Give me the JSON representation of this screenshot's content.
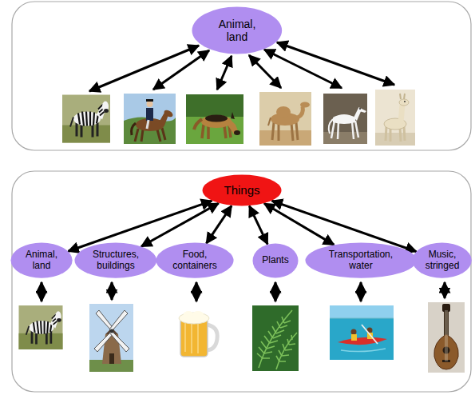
{
  "diagram": {
    "nodes": [
      {
        "text": [
          "Animal, land"
        ]
      },
      {
        "text": [
          "Things"
        ]
      },
      {
        "text": [
          "Animal, land"
        ]
      },
      {
        "text": [
          "Structures, buildings"
        ]
      },
      {
        "text": [
          "Food, containers"
        ]
      },
      {
        "text": [
          "Plants"
        ]
      },
      {
        "text": [
          "Transportation, water"
        ]
      },
      {
        "text": [
          "Music, stringed"
        ]
      }
    ],
    "edges": [
      {
        "from": 1,
        "to": 2,
        "arrow": "both"
      },
      {
        "from": 1,
        "to": 3,
        "arrow": "both"
      },
      {
        "from": 1,
        "to": 4,
        "arrow": "both"
      },
      {
        "from": 1,
        "to": 5,
        "arrow": "both"
      },
      {
        "from": 1,
        "to": 6,
        "arrow": "both"
      },
      {
        "from": 1,
        "to": 7,
        "arrow": "both"
      }
    ]
  }
}
